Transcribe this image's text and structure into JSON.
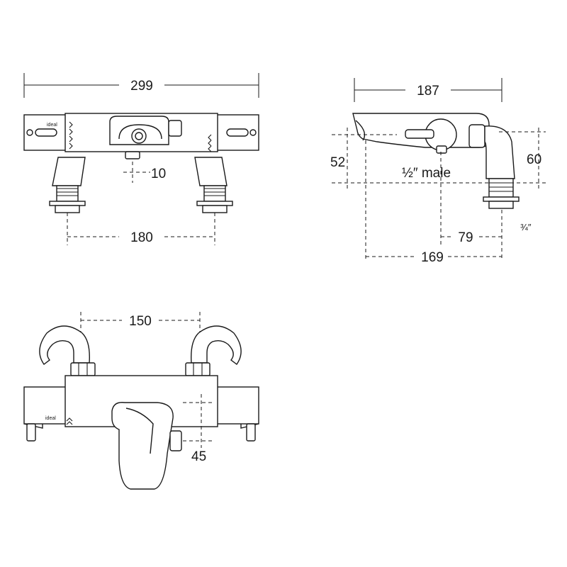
{
  "dimensions": {
    "top_width": "299",
    "inlet_centres_top": "180",
    "outlet_offset": "10",
    "side_length": "187",
    "side_height_left": "52",
    "side_height_right": "60",
    "outlet_thread": "½″ male",
    "inlet_thread": "¾″",
    "side_79": "79",
    "side_169": "169",
    "front_centres": "150",
    "front_offset": "45"
  },
  "logo_text": "ideal"
}
